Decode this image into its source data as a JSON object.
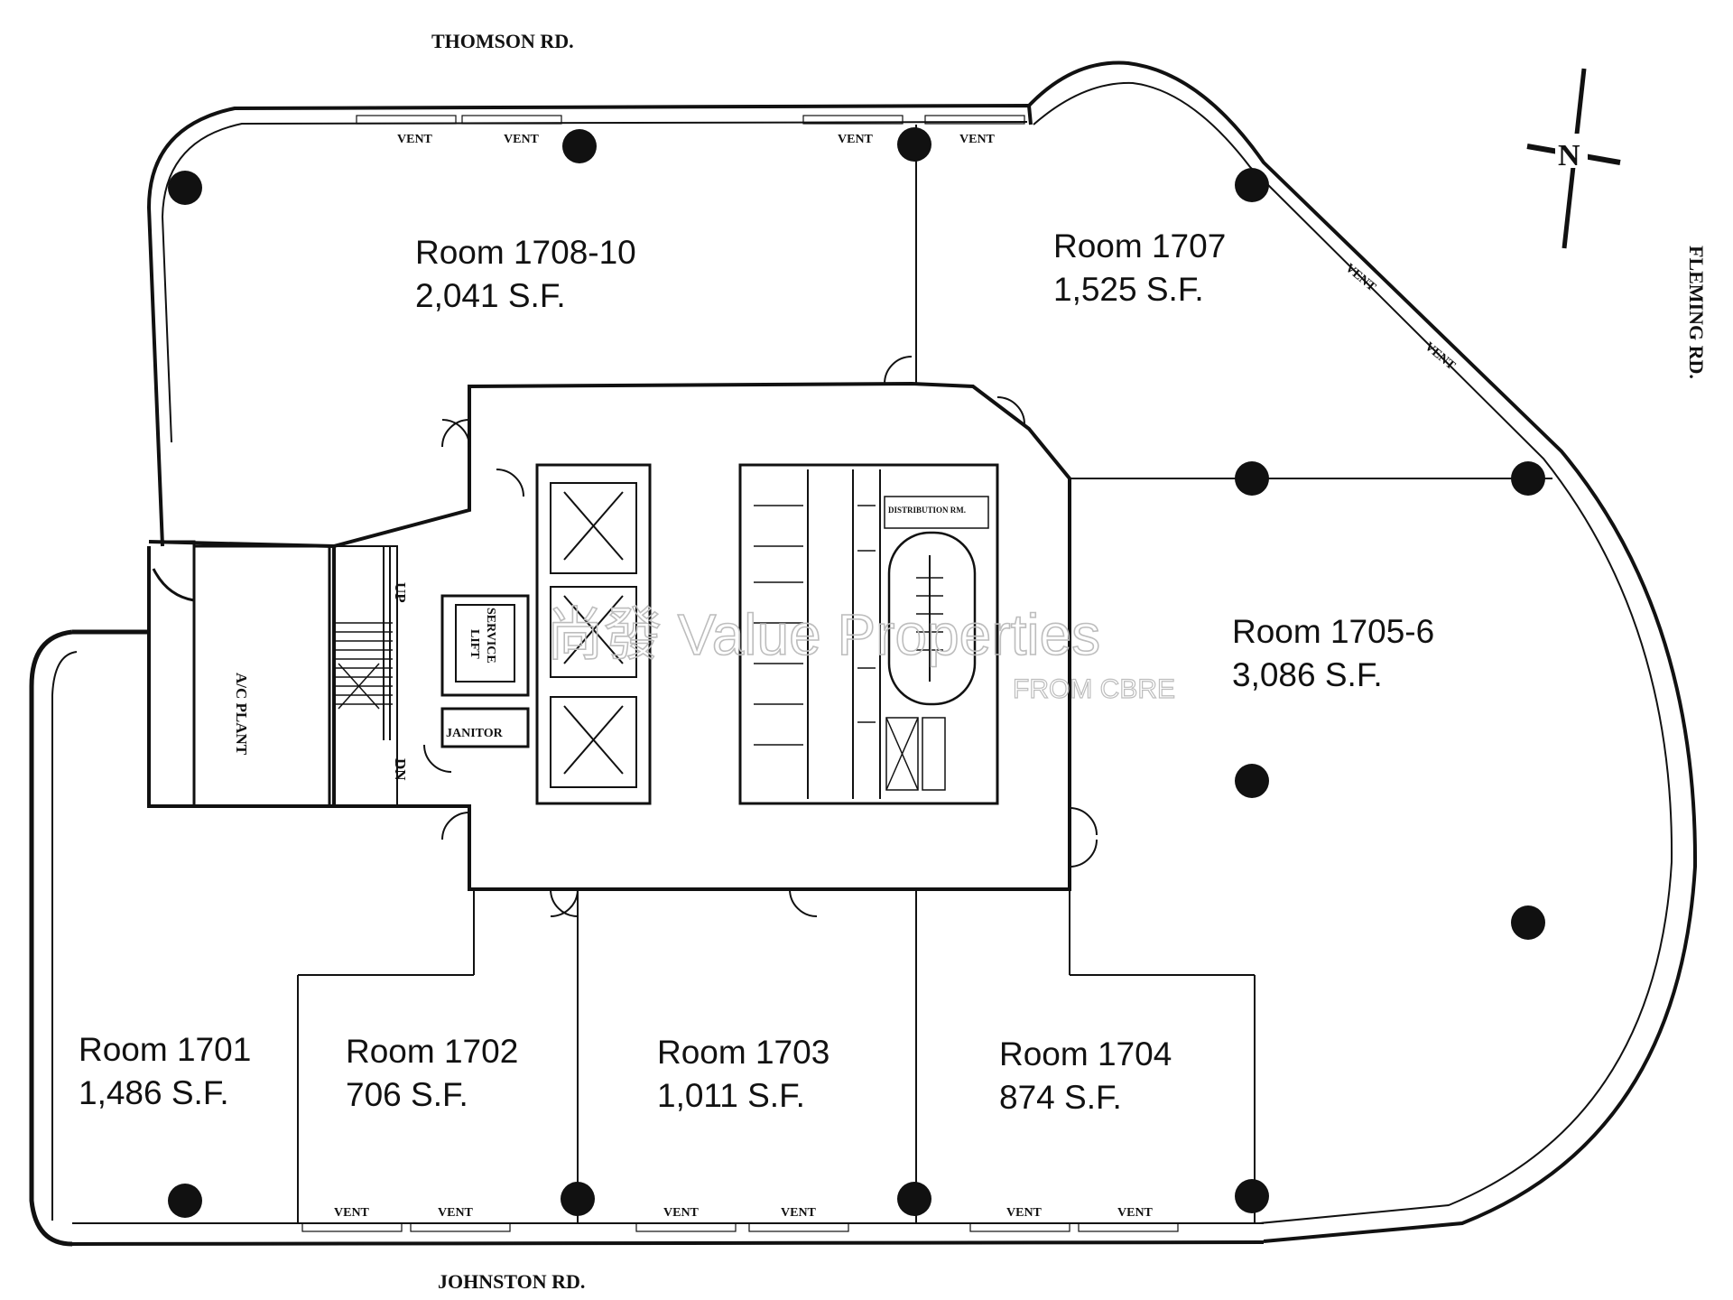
{
  "roads": {
    "north": "THOMSON RD.",
    "south": "JOHNSTON RD.",
    "east": "FLEMING RD."
  },
  "compass": {
    "label": "N"
  },
  "rooms": [
    {
      "name": "Room 1708-10",
      "area": "2,041 S.F."
    },
    {
      "name": "Room 1707",
      "area": "1,525 S.F."
    },
    {
      "name": "Room 1705-6",
      "area": "3,086 S.F."
    },
    {
      "name": "Room 1701",
      "area": "1,486 S.F."
    },
    {
      "name": "Room 1702",
      "area": "706 S.F."
    },
    {
      "name": "Room 1703",
      "area": "1,011 S.F."
    },
    {
      "name": "Room 1704",
      "area": "874 S.F."
    }
  ],
  "labels": {
    "vent": "VENT",
    "ac_plant": "A/C PLANT",
    "service_lift": "SERVICE LIFT",
    "service_lift_line1": "SERVICE",
    "service_lift_line2": "LIFT",
    "janitor": "JANITOR",
    "up": "UP",
    "dn": "DN",
    "distribution_room": "DISTRIBUTION RM."
  },
  "watermark": {
    "line1": "尚發 Value Properties",
    "line2": "FROM CBRE"
  }
}
